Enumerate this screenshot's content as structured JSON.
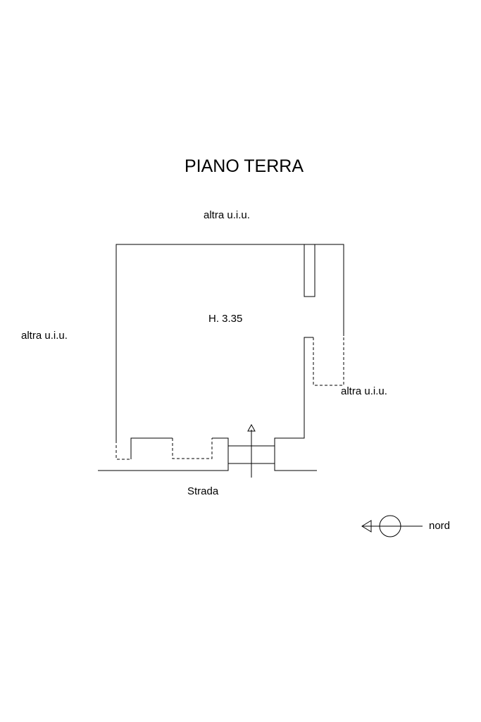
{
  "title": "PIANO TERRA",
  "labels": {
    "top": "altra u.i.u.",
    "left": "altra u.i.u.",
    "right": "altra u.i.u.",
    "room_height": "H. 3.35",
    "street": "Strada",
    "north": "nord"
  },
  "colors": {
    "line": "#000000",
    "background": "#ffffff"
  }
}
